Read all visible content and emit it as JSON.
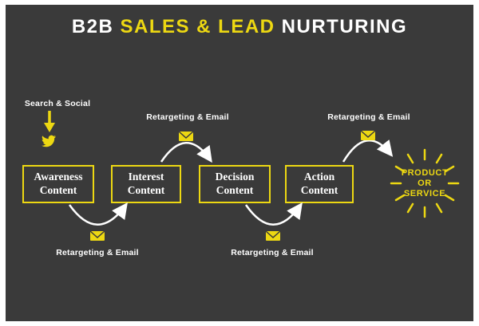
{
  "title": {
    "part1": "B2B ",
    "part2": "SALES & LEAD",
    "part3": " NURTURING"
  },
  "entry": {
    "label": "Search & Social"
  },
  "stages": [
    {
      "line1": "Awareness",
      "line2": "Content"
    },
    {
      "line1": "Interest",
      "line2": "Content"
    },
    {
      "line1": "Decision",
      "line2": "Content"
    },
    {
      "line1": "Action",
      "line2": "Content"
    }
  ],
  "arrows": [
    {
      "label": "Retargeting & Email",
      "position": "below"
    },
    {
      "label": "Retargeting & Email",
      "position": "above"
    },
    {
      "label": "Retargeting & Email",
      "position": "below"
    },
    {
      "label": "Retargeting & Email",
      "position": "above"
    }
  ],
  "outcome": {
    "line1": "PRODUCT",
    "line2": "OR",
    "line3": "SERVICE"
  },
  "colors": {
    "background": "#3a3a3a",
    "accent": "#edd812",
    "text": "#ffffff"
  }
}
